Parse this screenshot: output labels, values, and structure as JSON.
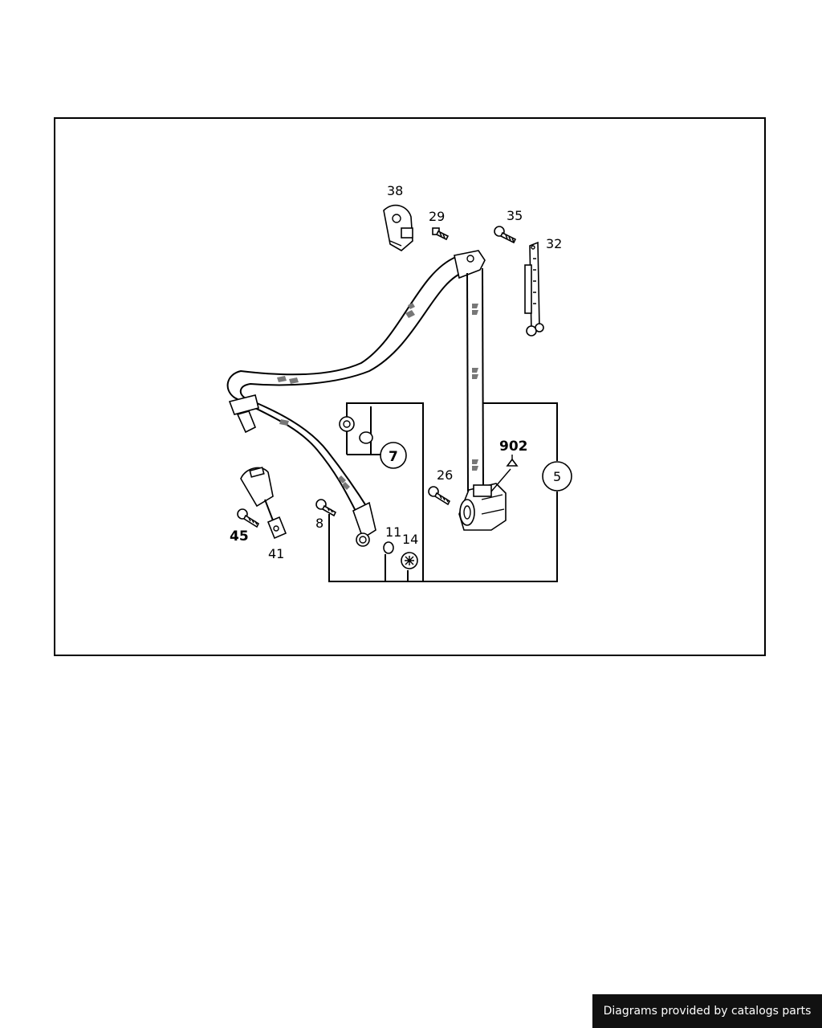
{
  "diagram": {
    "callouts": {
      "p38": "38",
      "p29": "29",
      "p35": "35",
      "p32": "32",
      "p7": "7",
      "p902": "902",
      "p26": "26",
      "p5": "5",
      "p45": "45",
      "p41": "41",
      "p8": "8",
      "p11": "11",
      "p14": "14"
    }
  },
  "footer": {
    "credit": "Diagrams provided by catalogs parts"
  },
  "colors": {
    "line": "#000000",
    "background": "#ffffff",
    "footer_bg": "#111111",
    "footer_text": "#ffffff"
  }
}
